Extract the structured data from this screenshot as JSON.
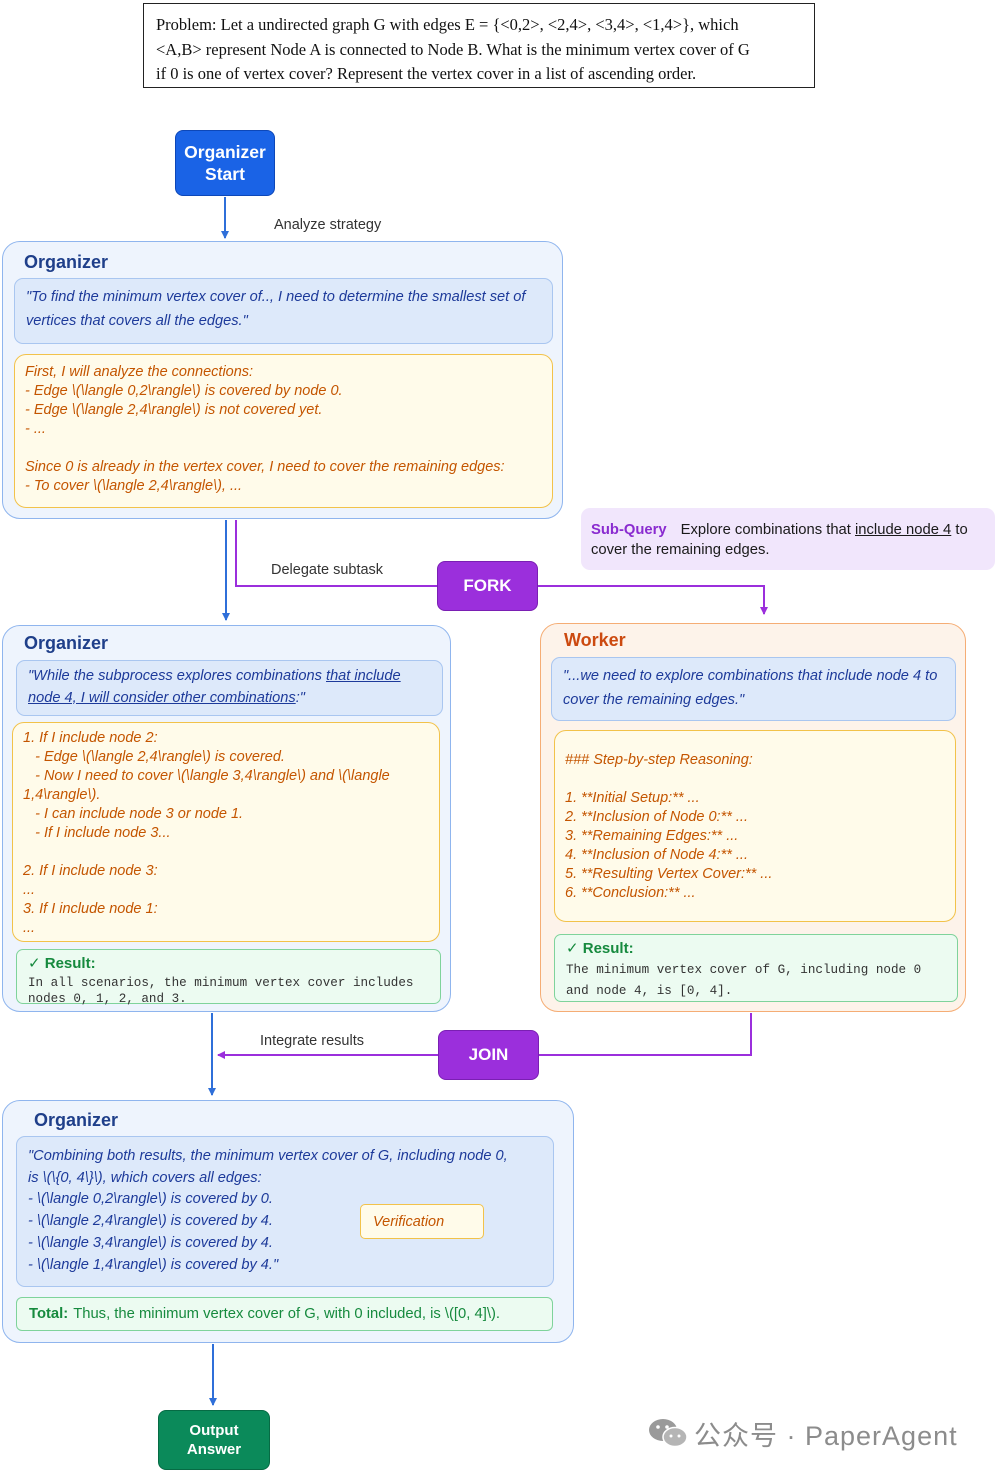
{
  "problem": {
    "line1": "Problem: Let a undirected graph G with edges E = {<0,2>, <2,4>, <3,4>, <1,4>}, which",
    "line2": "<A,B> represent Node A is connected to Node B. What is the minimum vertex cover of G",
    "line3": "if 0 is one of vertex cover? Represent the vertex cover in a list of ascending order."
  },
  "start": {
    "line1": "Organizer",
    "line2": "Start"
  },
  "edges": {
    "analyze": "Analyze strategy",
    "delegate": "Delegate subtask",
    "integrate": "Integrate results"
  },
  "fork_label": "FORK",
  "join_label": "JOIN",
  "sub_query": {
    "label": "Sub-Query",
    "text_before": "Explore combinations that ",
    "text_underlined": "include node 4",
    "text_after": " to cover the remaining edges."
  },
  "organizer1": {
    "title": "Organizer",
    "quote": "\"To find the minimum vertex cover of.., I need to determine the smallest set of vertices that covers all the edges.\"",
    "reasoning": "First, I will analyze the connections:\n- Edge \\(\\langle 0,2\\rangle\\) is covered by node 0.\n- Edge \\(\\langle 2,4\\rangle\\) is not covered yet.\n- ...\n\nSince 0 is already in the vertex cover, I need to cover the remaining edges:\n- To cover \\(\\langle 2,4\\rangle\\), ..."
  },
  "organizer2": {
    "title": "Organizer",
    "quote_before": "\"While the subprocess explores combinations ",
    "quote_underlined": "that include node 4, I will consider other combinations",
    "quote_after": ":\"",
    "reasoning": "1. If I include node 2:\n   - Edge \\(\\langle 2,4\\rangle\\) is covered.\n   - Now I need to cover \\(\\langle 3,4\\rangle\\) and \\(\\langle 1,4\\rangle\\).\n   - I can include node 3 or node 1.\n   - If I include node 3...\n\n2. If I include node 3:\n...\n3. If I include node 1:\n...",
    "result_label": "✓ Result:",
    "result_text": "In all scenarios, the minimum vertex cover includes nodes 0, 1, 2, and 3."
  },
  "worker": {
    "title": "Worker",
    "quote": "\"...we need to explore combinations that include node 4 to cover the remaining edges.\"",
    "reasoning": "### Step-by-step Reasoning:\n\n1. **Initial Setup:** ...\n2. **Inclusion of Node 0:** ...\n3. **Remaining Edges:** ...\n4. **Inclusion of Node 4:** ...\n5. **Resulting Vertex Cover:** ...\n6. **Conclusion:** ...",
    "result_label": "✓ Result:",
    "result_text": "The minimum vertex cover of G, including node 0 and node 4, is [0, 4]."
  },
  "organizer3": {
    "title": "Organizer",
    "quote_lines": [
      "\"Combining both results, the minimum vertex cover of G, including node 0,",
      "is \\(\\{0, 4\\}\\), which covers all edges:",
      "- \\(\\langle 0,2\\rangle\\) is covered by 0.",
      "- \\(\\langle 2,4\\rangle\\) is covered by 4.",
      "- \\(\\langle 3,4\\rangle\\) is covered by 4.",
      "- \\(\\langle 1,4\\rangle\\) is covered by 4.\""
    ],
    "verification": "Verification",
    "total_label": "Total:",
    "total_text": "Thus, the minimum vertex cover of G, with 0 included, is \\([0, 4]\\)."
  },
  "output": {
    "line1": "Output",
    "line2": "Answer"
  },
  "watermark": "公众号 · PaperAgent",
  "colors": {
    "blue_arrow": "#2f6fd9",
    "purple_arrow": "#9b2fdc",
    "start_fill": "#1a63e6",
    "output_fill": "#0b8a5a",
    "fork_join_fill": "#9b2fdc"
  }
}
